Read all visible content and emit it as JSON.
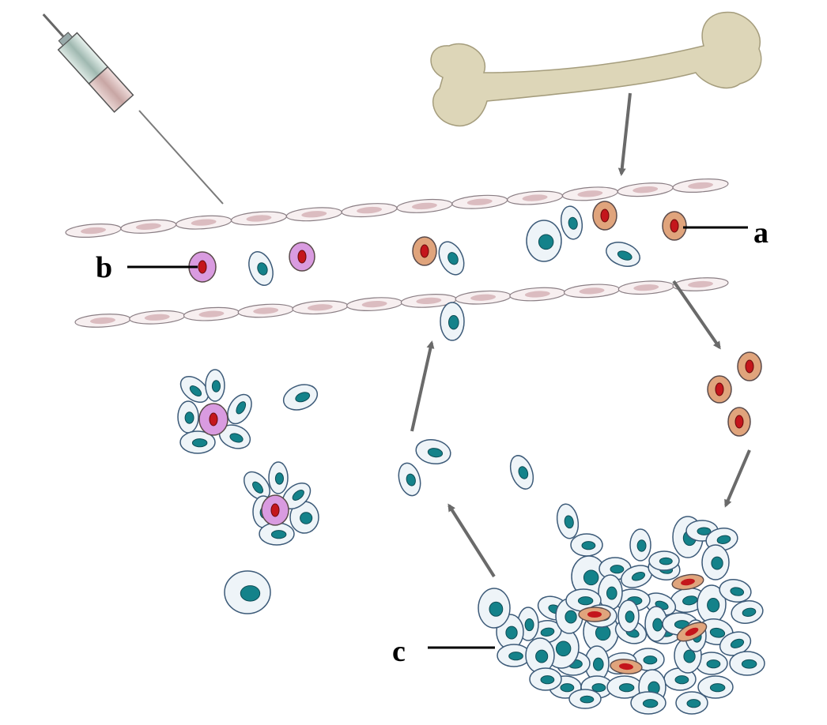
{
  "labels": {
    "a": "a",
    "b": "b",
    "c": "c"
  },
  "colors": {
    "cell_fill": "#eef4f8",
    "cell_outline": "#3c5a78",
    "nucleus_teal": "#14828a",
    "orange_cell": "#e0a47c",
    "pink_cell": "#d99be0",
    "nucleus_red": "#c4161c",
    "endothelial_fill": "#f7eff0",
    "endothelial_nucleus": "#dbbcc0",
    "bone_fill": "#ddd6b8",
    "arrow": "#6a6a6a",
    "leader_line": "#000000"
  }
}
